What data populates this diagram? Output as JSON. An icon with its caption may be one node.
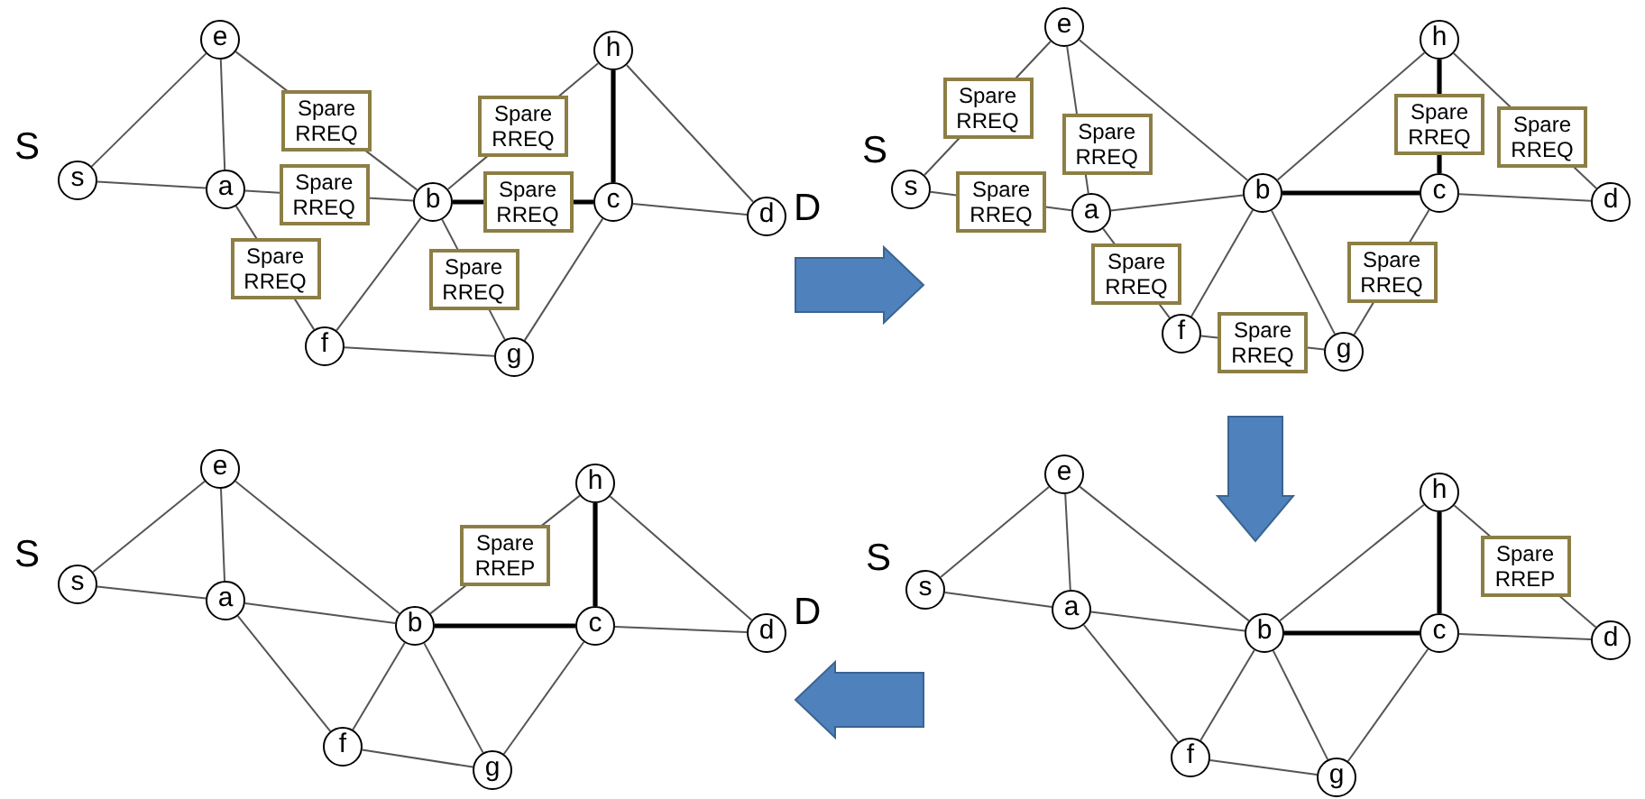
{
  "diagram": {
    "nodes": [
      {
        "text": [
          "s"
        ]
      },
      {
        "text": [
          "e"
        ]
      },
      {
        "text": [
          "a"
        ]
      },
      {
        "text": [
          "b"
        ]
      },
      {
        "text": [
          "f"
        ]
      },
      {
        "text": [
          "g"
        ]
      },
      {
        "text": [
          "h"
        ]
      },
      {
        "text": [
          "c"
        ]
      },
      {
        "text": [
          "d"
        ]
      },
      {
        "text": [
          "s"
        ]
      },
      {
        "text": [
          "e"
        ]
      },
      {
        "text": [
          "a"
        ]
      },
      {
        "text": [
          "b"
        ]
      },
      {
        "text": [
          "f"
        ]
      },
      {
        "text": [
          "g"
        ]
      },
      {
        "text": [
          "h"
        ]
      },
      {
        "text": [
          "c"
        ]
      },
      {
        "text": [
          "d"
        ]
      },
      {
        "text": [
          "s"
        ]
      },
      {
        "text": [
          "e"
        ]
      },
      {
        "text": [
          "a"
        ]
      },
      {
        "text": [
          "b"
        ]
      },
      {
        "text": [
          "f"
        ]
      },
      {
        "text": [
          "g"
        ]
      },
      {
        "text": [
          "h"
        ]
      },
      {
        "text": [
          "c"
        ]
      },
      {
        "text": [
          "d"
        ]
      },
      {
        "text": [
          "s"
        ]
      },
      {
        "text": [
          "e"
        ]
      },
      {
        "text": [
          "a"
        ]
      },
      {
        "text": [
          "b"
        ]
      },
      {
        "text": [
          "f"
        ]
      },
      {
        "text": [
          "g"
        ]
      },
      {
        "text": [
          "h"
        ]
      },
      {
        "text": [
          "c"
        ]
      },
      {
        "text": [
          "d"
        ]
      }
    ],
    "edges": [
      {
        "from": 0,
        "to": 1,
        "arrow": "none"
      },
      {
        "from": 0,
        "to": 2,
        "arrow": "none"
      },
      {
        "from": 1,
        "to": 2,
        "arrow": "none"
      },
      {
        "from": 1,
        "to": 3,
        "arrow": "none",
        "label": "Spare RREQ"
      },
      {
        "from": 2,
        "to": 3,
        "arrow": "none",
        "label": "Spare RREQ"
      },
      {
        "from": 2,
        "to": 4,
        "arrow": "none",
        "label": "Spare RREQ"
      },
      {
        "from": 3,
        "to": 4,
        "arrow": "none"
      },
      {
        "from": 3,
        "to": 5,
        "arrow": "none",
        "label": "Spare RREQ"
      },
      {
        "from": 3,
        "to": 6,
        "arrow": "none",
        "label": "Spare RREQ"
      },
      {
        "from": 3,
        "to": 7,
        "arrow": "none",
        "style": "thick",
        "color": "#000000",
        "label": "Spare RREQ"
      },
      {
        "from": 4,
        "to": 5,
        "arrow": "none"
      },
      {
        "from": 5,
        "to": 7,
        "arrow": "none"
      },
      {
        "from": 6,
        "to": 7,
        "arrow": "none",
        "style": "thick",
        "color": "#000000"
      },
      {
        "from": 6,
        "to": 8,
        "arrow": "none"
      },
      {
        "from": 7,
        "to": 8,
        "arrow": "none"
      },
      {
        "from": 9,
        "to": 10,
        "arrow": "none",
        "label": "Spare RREQ"
      },
      {
        "from": 9,
        "to": 11,
        "arrow": "none",
        "label": "Spare RREQ"
      },
      {
        "from": 10,
        "to": 11,
        "arrow": "none",
        "label": "Spare RREQ"
      },
      {
        "from": 10,
        "to": 12,
        "arrow": "none"
      },
      {
        "from": 11,
        "to": 12,
        "arrow": "none"
      },
      {
        "from": 11,
        "to": 13,
        "arrow": "none",
        "label": "Spare RREQ"
      },
      {
        "from": 12,
        "to": 13,
        "arrow": "none"
      },
      {
        "from": 12,
        "to": 14,
        "arrow": "none"
      },
      {
        "from": 12,
        "to": 15,
        "arrow": "none"
      },
      {
        "from": 12,
        "to": 16,
        "arrow": "none",
        "style": "thick",
        "color": "#000000"
      },
      {
        "from": 13,
        "to": 14,
        "arrow": "none",
        "label": "Spare RREQ"
      },
      {
        "from": 14,
        "to": 16,
        "arrow": "none",
        "label": "Spare RREQ"
      },
      {
        "from": 15,
        "to": 16,
        "arrow": "none",
        "style": "thick",
        "color": "#000000",
        "label": "Spare RREQ"
      },
      {
        "from": 15,
        "to": 17,
        "arrow": "none",
        "label": "Spare RREQ"
      },
      {
        "from": 16,
        "to": 17,
        "arrow": "none"
      },
      {
        "from": 18,
        "to": 19,
        "arrow": "none"
      },
      {
        "from": 18,
        "to": 20,
        "arrow": "none"
      },
      {
        "from": 19,
        "to": 20,
        "arrow": "none"
      },
      {
        "from": 19,
        "to": 21,
        "arrow": "none"
      },
      {
        "from": 20,
        "to": 21,
        "arrow": "none"
      },
      {
        "from": 20,
        "to": 22,
        "arrow": "none"
      },
      {
        "from": 21,
        "to": 22,
        "arrow": "none"
      },
      {
        "from": 21,
        "to": 23,
        "arrow": "none"
      },
      {
        "from": 21,
        "to": 24,
        "arrow": "none",
        "label": "Spare RREP"
      },
      {
        "from": 21,
        "to": 25,
        "arrow": "none",
        "style": "thick",
        "color": "#000000"
      },
      {
        "from": 22,
        "to": 23,
        "arrow": "none"
      },
      {
        "from": 23,
        "to": 25,
        "arrow": "none"
      },
      {
        "from": 24,
        "to": 25,
        "arrow": "none",
        "style": "thick",
        "color": "#000000"
      },
      {
        "from": 24,
        "to": 26,
        "arrow": "none"
      },
      {
        "from": 25,
        "to": 26,
        "arrow": "none"
      },
      {
        "from": 27,
        "to": 28,
        "arrow": "none"
      },
      {
        "from": 27,
        "to": 29,
        "arrow": "none"
      },
      {
        "from": 28,
        "to": 29,
        "arrow": "none"
      },
      {
        "from": 28,
        "to": 30,
        "arrow": "none"
      },
      {
        "from": 29,
        "to": 30,
        "arrow": "none"
      },
      {
        "from": 29,
        "to": 31,
        "arrow": "none"
      },
      {
        "from": 30,
        "to": 31,
        "arrow": "none"
      },
      {
        "from": 30,
        "to": 32,
        "arrow": "none"
      },
      {
        "from": 30,
        "to": 33,
        "arrow": "none"
      },
      {
        "from": 30,
        "to": 34,
        "arrow": "none",
        "style": "thick",
        "color": "#000000"
      },
      {
        "from": 31,
        "to": 32,
        "arrow": "none"
      },
      {
        "from": 32,
        "to": 34,
        "arrow": "none"
      },
      {
        "from": 33,
        "to": 34,
        "arrow": "none",
        "style": "thick",
        "color": "#000000"
      },
      {
        "from": 33,
        "to": 35,
        "arrow": "none",
        "label": "Spare RREP"
      },
      {
        "from": 34,
        "to": 35,
        "arrow": "none"
      }
    ],
    "labels": [
      "S",
      "D",
      "S",
      "S",
      "D",
      "S"
    ]
  }
}
